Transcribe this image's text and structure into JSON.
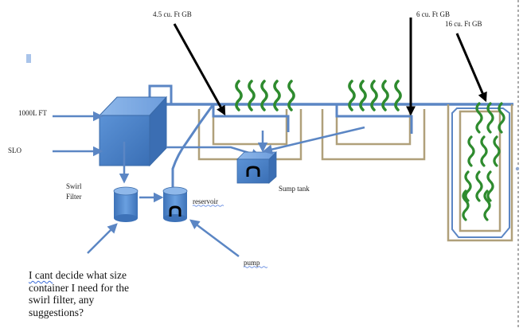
{
  "labels": {
    "gb_small": "4.5 cu. Ft GB",
    "gb_medium": "6 cu. Ft GB",
    "gb_large": "16 cu. Ft GB",
    "fish_tank": "1000L FT",
    "slo": "SLO",
    "swirl_filter_line1": "Swirl",
    "swirl_filter_line2": "Filter",
    "reservoir": "reservoir",
    "sump_tank": "Sump tank",
    "pump": "pump"
  },
  "question": {
    "word_cant": "I cant",
    "rest_line1": " decide what size",
    "line2": "container I need for the",
    "line3": "swirl filter, any",
    "line4": "suggestions?"
  },
  "colors": {
    "pipe": "#5b86c4",
    "bed_outline": "#b0a07a",
    "plant": "#2e8b2e",
    "arrow": "#000000"
  }
}
